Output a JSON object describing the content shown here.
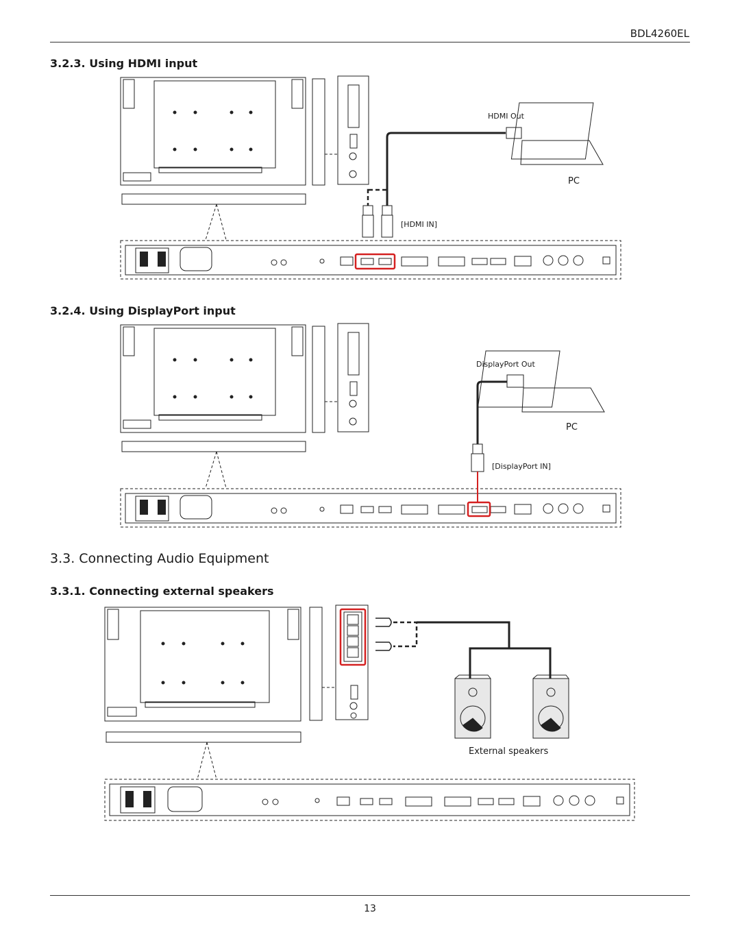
{
  "header": {
    "model": "BDL4260EL"
  },
  "sections": {
    "hdmi": {
      "title": "3.2.3.  Using HDMI input",
      "out_label": "HDMI Out",
      "pc_label": "PC",
      "in_label": "[HDMI IN]"
    },
    "displayport": {
      "title": "3.2.4.  Using DisplayPort input",
      "out_label": "DisplayPort Out",
      "pc_label": "PC",
      "in_label": "[DisplayPort IN]"
    },
    "audio": {
      "title": "3.3.    Connecting Audio Equipment"
    },
    "speakers": {
      "title": "3.3.1.  Connecting external speakers",
      "caption": "External speakers"
    }
  },
  "footer": {
    "page_number": "13"
  },
  "colors": {
    "highlight": "#d42020",
    "line": "#222222"
  }
}
